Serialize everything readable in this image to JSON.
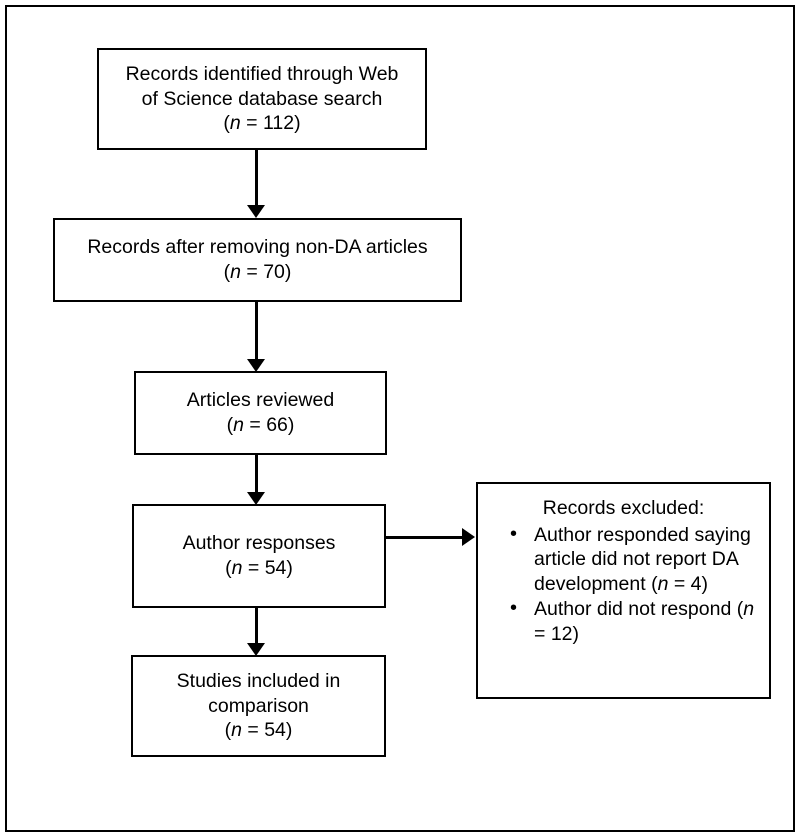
{
  "diagram": {
    "type": "prisma-flow-diagram",
    "orientation": "vertical",
    "colors": {
      "stroke": "#000000",
      "background": "#ffffff",
      "text": "#000000"
    },
    "boxes": [
      {
        "id": "identified",
        "name": "records-identified",
        "lines": [
          "Records identified through Web",
          "of Science database search"
        ],
        "count_prefix": "(",
        "count_italic": "n",
        "count_eq": " = ",
        "count_value": "112",
        "count_suffix": ")"
      },
      {
        "id": "after-removing",
        "name": "records-after-removing",
        "lines": [
          "Records after removing non-DA articles"
        ],
        "count_prefix": "(",
        "count_italic": "n",
        "count_eq": " = ",
        "count_value": "70",
        "count_suffix": ")"
      },
      {
        "id": "reviewed",
        "name": "articles-reviewed",
        "lines": [
          "Articles reviewed"
        ],
        "count_prefix": "(",
        "count_italic": "n",
        "count_eq": " = ",
        "count_value": "66",
        "count_suffix": ")"
      },
      {
        "id": "author-responses",
        "name": "author-responses",
        "lines": [
          "Author responses"
        ],
        "count_prefix": "(",
        "count_italic": "n",
        "count_eq": " = ",
        "count_value": "54",
        "count_suffix": ")"
      },
      {
        "id": "included",
        "name": "studies-included",
        "lines": [
          "Studies included in",
          "comparison"
        ],
        "count_prefix": "(",
        "count_italic": "n",
        "count_eq": " = ",
        "count_value": "54",
        "count_suffix": ")"
      }
    ],
    "excluded": {
      "title": "Records excluded:",
      "items": [
        {
          "text_lines": [
            "Author responded",
            "saying article did not",
            "report DA"
          ],
          "last_line_prefix": "development ",
          "count_prefix": "(",
          "count_italic": "n",
          "count_eq": " = ",
          "count_value": "4",
          "count_suffix": ")"
        },
        {
          "text_lines": [
            "Author did not"
          ],
          "last_line_prefix": "respond ",
          "count_prefix": "(",
          "count_italic": "n",
          "count_eq": " = ",
          "count_value": "12",
          "count_suffix": ")"
        }
      ]
    },
    "connectors": [
      {
        "name": "arrow-identified-to-after-removing",
        "direction": "down"
      },
      {
        "name": "arrow-after-removing-to-reviewed",
        "direction": "down"
      },
      {
        "name": "arrow-reviewed-to-author-responses",
        "direction": "down"
      },
      {
        "name": "arrow-author-responses-to-included",
        "direction": "down"
      },
      {
        "name": "arrow-author-responses-to-excluded",
        "direction": "right"
      }
    ]
  }
}
